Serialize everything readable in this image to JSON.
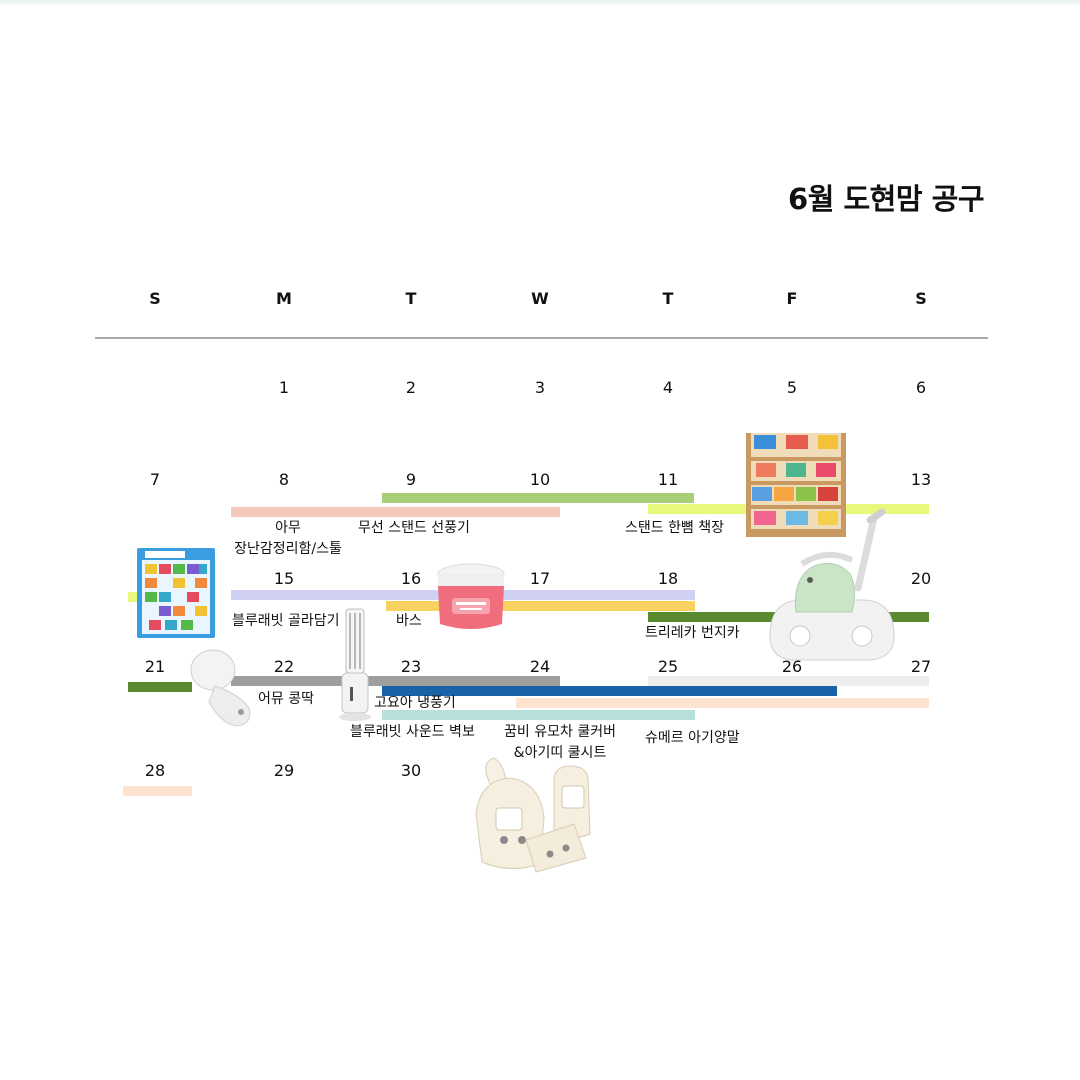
{
  "title": "6월 도현맘 공구",
  "weekdays": [
    "S",
    "M",
    "T",
    "W",
    "T",
    "F",
    "S"
  ],
  "days": [
    "1",
    "2",
    "3",
    "4",
    "5",
    "6",
    "7",
    "8",
    "9",
    "10",
    "11",
    "13",
    "15",
    "16",
    "17",
    "18",
    "20",
    "21",
    "22",
    "23",
    "24",
    "25",
    "26",
    "27",
    "28",
    "29",
    "30"
  ],
  "events": [
    {
      "label": "아무\n장난감정리함/스툴",
      "color": "#f6c9bd"
    },
    {
      "label": "무선 스탠드 선풍기",
      "color": "#a8cf78"
    },
    {
      "label": "스탠드 한뼘 책장",
      "color": "#e8f87a"
    },
    {
      "label": "블루래빗 골라담기",
      "color": "#cfd0f3"
    },
    {
      "label": "바스",
      "color": "#f8d25e"
    },
    {
      "label": "트리레카 번지카",
      "color": "#5a8a2f"
    },
    {
      "label": "어뮤 콩딱",
      "color": "#9e9e9e"
    },
    {
      "label": "고요아 냉풍기",
      "color": "#1864a6"
    },
    {
      "label": "블루래빗 사운드 벽보",
      "color": "#b8e0da"
    },
    {
      "label": "꿈비 유모차 쿨커버\n&아기띠 쿨시트",
      "color": "#fde3d0"
    },
    {
      "label": "슈메르 아기양말",
      "color": "#eeeeee"
    }
  ]
}
